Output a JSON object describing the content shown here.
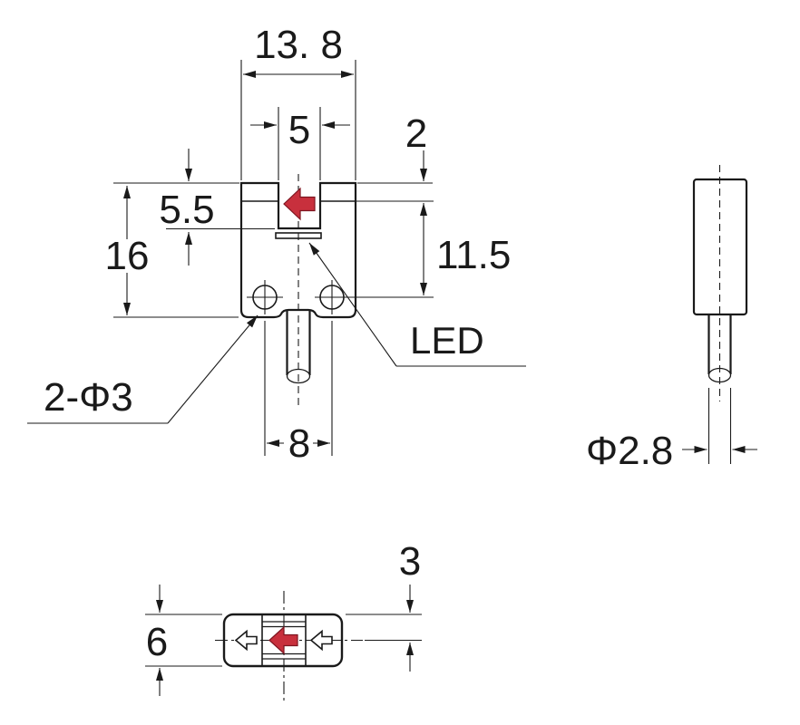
{
  "colors": {
    "line": "#1a1a1a",
    "arrow_red": "#c8303d",
    "background": "#ffffff"
  },
  "front_view": {
    "overall_width": "13. 8",
    "slot_width": "5",
    "top_wall": "2",
    "slot_depth": "5.5",
    "overall_height": "16",
    "window_to_hole_axis": "11.5",
    "hole_spacing": "8",
    "led_label": "LED",
    "holes_label": "2-Φ3"
  },
  "side_view": {
    "cable_diameter": "Φ2.8"
  },
  "bottom_view": {
    "top_to_axis": "3",
    "thickness": "6"
  }
}
